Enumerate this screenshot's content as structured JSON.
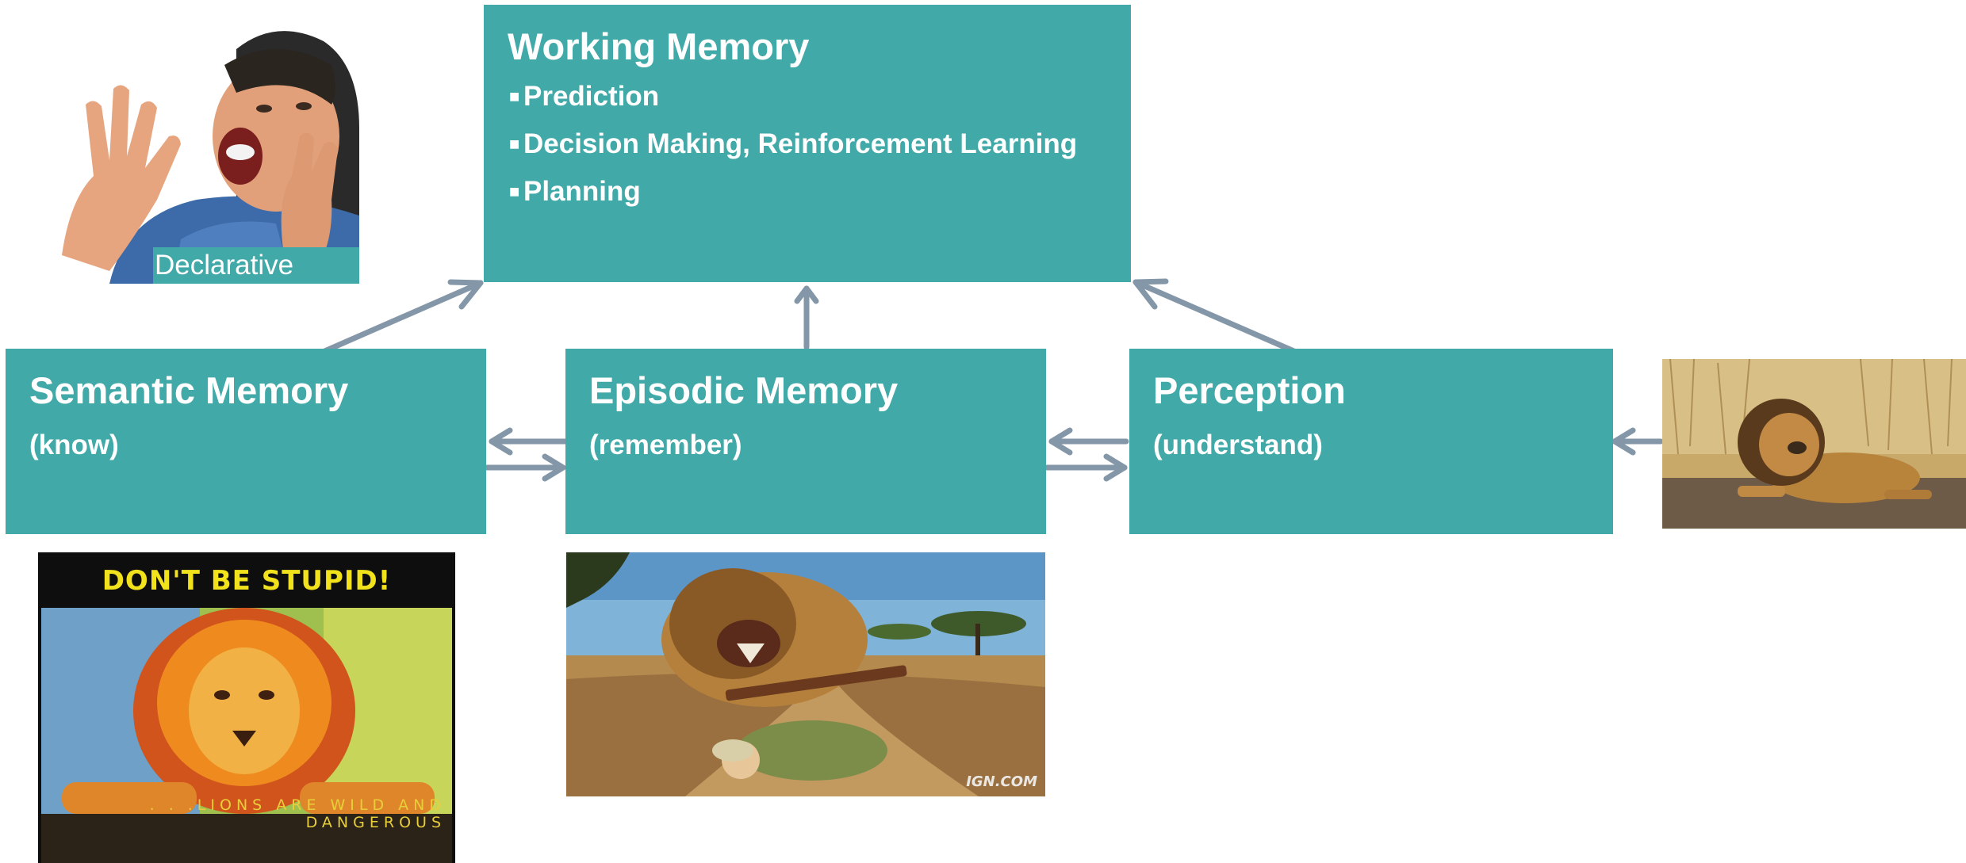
{
  "working_memory": {
    "title": "Working Memory",
    "items": [
      "Prediction",
      "Decision Making, Reinforcement Learning",
      "Planning"
    ]
  },
  "semantic_memory": {
    "title": "Semantic Memory",
    "subtitle": "(know)"
  },
  "episodic_memory": {
    "title": "Episodic Memory",
    "subtitle": "(remember)"
  },
  "perception": {
    "title": "Perception",
    "subtitle": "(understand)"
  },
  "shouting_image": {
    "caption": "Declarative"
  },
  "poster_image": {
    "headline": "DON'T BE STUPID!",
    "tagline_1": ". . .LIONS ARE WILD AND",
    "tagline_2": "DANGEROUS"
  },
  "attack_image": {
    "watermark": "IGN.COM"
  },
  "colors": {
    "box_fill": "#41a9a8",
    "box_text": "#ffffff",
    "arrow": "#8497a8",
    "caption_bg": "#41a9a8",
    "poster_text": "#f2e21c"
  }
}
